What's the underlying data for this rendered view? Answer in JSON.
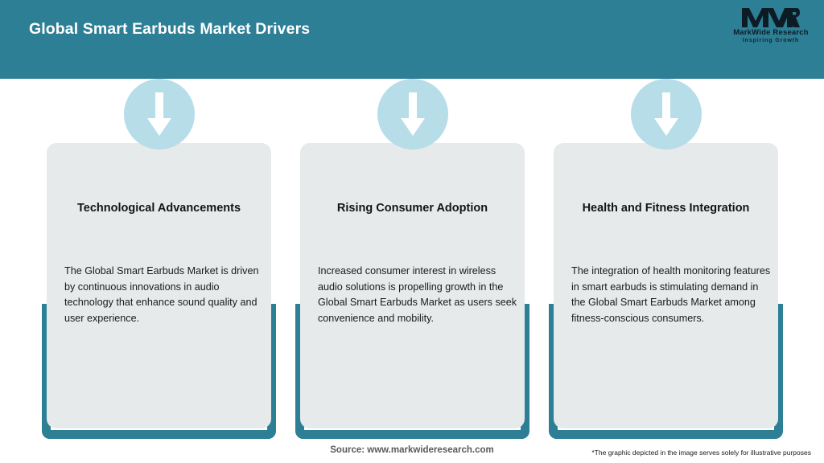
{
  "header": {
    "title": "Global Smart Earbuds Market Drivers",
    "bg_color": "#2d7f96",
    "title_color": "#ffffff"
  },
  "logo": {
    "mark": "MWR",
    "name": "MarkWide Research",
    "tagline": "Inspiring Growth"
  },
  "theme": {
    "accent": "#2d7f96",
    "card_bg": "#e6eaeb",
    "circle_bg": "#b6dde8",
    "arrow_color": "#ffffff",
    "page_bg": "#ffffff"
  },
  "cards": [
    {
      "icon": "down-arrow-icon",
      "title": "Technological Advancements",
      "body": "The Global Smart Earbuds Market is driven by continuous innovations in audio technology that enhance sound quality and user experience."
    },
    {
      "icon": "down-arrow-icon",
      "title": "Rising Consumer Adoption",
      "body": "Increased consumer interest in wireless audio solutions is propelling growth in the Global Smart Earbuds Market as users seek convenience and mobility."
    },
    {
      "icon": "down-arrow-icon",
      "title": "Health and Fitness Integration",
      "body": "The integration of health monitoring features in smart earbuds is stimulating demand in the Global Smart Earbuds Market among fitness-conscious consumers."
    }
  ],
  "footer": {
    "source": "Source: www.markwideresearch.com",
    "disclaimer": "*The graphic depicted in the image serves solely for illustrative purposes"
  }
}
